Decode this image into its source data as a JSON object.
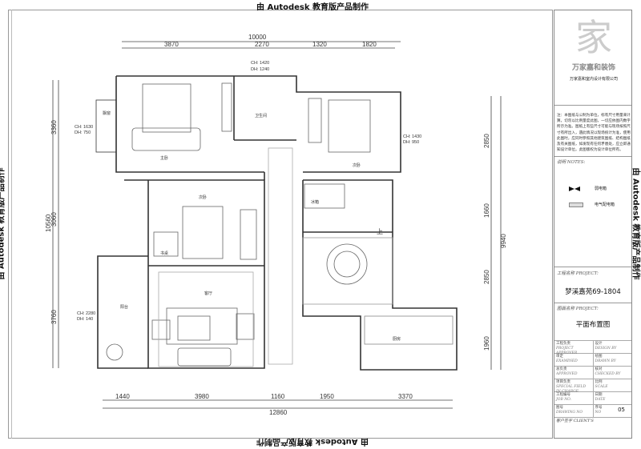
{
  "watermark": "由 Autodesk 教育版产品制作",
  "dims_top": {
    "total": "10000",
    "segments": [
      "3870",
      "2270",
      "1320",
      "1820"
    ]
  },
  "dims_left": {
    "total": "10560",
    "segments": [
      "3360",
      "3060",
      "3760"
    ]
  },
  "dims_right": {
    "total": "9940",
    "segments": [
      "2850",
      "1660",
      "2850",
      "1960"
    ]
  },
  "dims_bottom": {
    "total": "12860",
    "segments": [
      "1440",
      "3980",
      "1160",
      "1950",
      "3370"
    ]
  },
  "windows": {
    "bath": [
      "CH: 1420",
      "DH: 1240"
    ],
    "bay": [
      "CH: 1630",
      "DH: 750"
    ],
    "bed2": [
      "CH: 1430",
      "DH: 950"
    ],
    "balcony": [
      "CH: 2280",
      "DH: 140"
    ]
  },
  "rooms": {
    "master": "主卧",
    "bay": "飘窗",
    "bath": "卫生间",
    "second": "次卧",
    "third": "次卧",
    "desk": "书桌",
    "living": "客厅",
    "balcony": "阳台",
    "fridge": "冰箱",
    "up": "上",
    "kitchen": "厨房"
  },
  "panel": {
    "logo_text": "万家嘉和装饰",
    "company": "万家嘉和室内设计有限公司",
    "notes": "注：本图纸与公制为单位，标有尺寸用量来计算，切勿以比例量度此图，一切应依图内数字所示为准。图纸上有些尺寸可能与现场按照尺寸有所出入，遇此情况以现场统计为准，使用此图时，应同时参照其他建筑图纸、结构图纸及有关图纸，如发现有任何矛盾处，应立即通知设计单位。此图版权为设计单位所有。",
    "notes_label": "说明  NOTES:",
    "legend": [
      "弱电箱",
      "电气配电箱"
    ],
    "project_label": "工程名称  PROJECT:",
    "project_name": "梦溪嘉苑69-1804",
    "drawing_label": "图面名称  PROJECT:",
    "drawing_name": "平面布置图",
    "table": [
      [
        "工程负责",
        "PROJECT APPROVER",
        "设计",
        "DESIGN BY"
      ],
      [
        "审定",
        "EXAMINED",
        "绘图",
        "DRAWN BY"
      ],
      [
        "总负责",
        "APPROVED",
        "核对",
        "CHECKED BY"
      ],
      [
        "项目负责",
        "SPECIAL FIELD IN CHARGE",
        "比例",
        "SCALE"
      ],
      [
        "工程编号",
        "JOB NO.",
        "日期",
        "DATE"
      ],
      [
        "图号",
        "DRAWING NO",
        "序号",
        "NO"
      ]
    ],
    "sheet_no": "05",
    "client": "客户签字  CLIENT'S"
  }
}
